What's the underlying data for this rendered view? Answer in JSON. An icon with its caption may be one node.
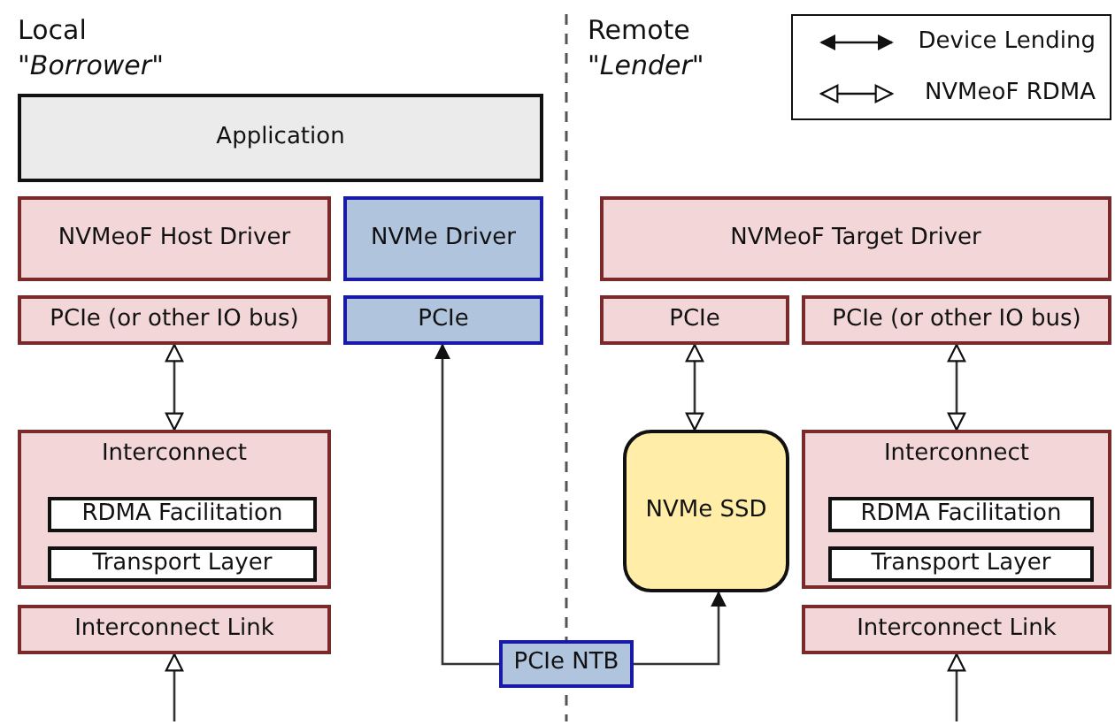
{
  "diagram": {
    "nodes": [
      {
        "text": [
          "Application"
        ]
      },
      {
        "text": [
          "NVMeoF Host Driver"
        ]
      },
      {
        "text": [
          "NVMe Driver"
        ]
      },
      {
        "text": [
          "PCIe (or other IO bus)"
        ]
      },
      {
        "text": [
          "PCIe"
        ]
      },
      {
        "text": [
          "Interconnect"
        ]
      },
      {
        "text": [
          "RDMA Facilitation"
        ],
        "in": 5
      },
      {
        "text": [
          "Transport Layer"
        ],
        "in": 5
      },
      {
        "text": [
          "Interconnect Link"
        ]
      },
      {
        "text": [
          "NVMeoF Target Driver"
        ]
      },
      {
        "text": [
          "PCIe"
        ]
      },
      {
        "text": [
          "PCIe (or other IO bus)"
        ]
      },
      {
        "text": [
          "NVMe SSD"
        ]
      },
      {
        "text": [
          "Interconnect"
        ]
      },
      {
        "text": [
          "RDMA Facilitation"
        ],
        "in": 13
      },
      {
        "text": [
          "Transport Layer"
        ],
        "in": 13
      },
      {
        "text": [
          "Interconnect Link"
        ]
      },
      {
        "text": [
          "PCIe NTB"
        ]
      }
    ],
    "edges": [
      {
        "from": 3,
        "to": 5,
        "arrow": "both"
      },
      {
        "from": 10,
        "to": 12,
        "arrow": "both"
      },
      {
        "from": 11,
        "to": 13,
        "arrow": "both"
      },
      {
        "from": null,
        "to": 8,
        "arrow": "to"
      },
      {
        "from": null,
        "to": 16,
        "arrow": "to"
      },
      {
        "from": 17,
        "to": 4,
        "arrow": "to"
      },
      {
        "from": 17,
        "to": 12,
        "arrow": "to"
      }
    ],
    "labels": [
      "Local",
      "\"*Borrower*\"",
      "Remote",
      "\"*Lender*\""
    ],
    "legend": [
      {
        "text": "Device Lending"
      },
      {
        "text": "NVMeoF RDMA"
      }
    ]
  }
}
